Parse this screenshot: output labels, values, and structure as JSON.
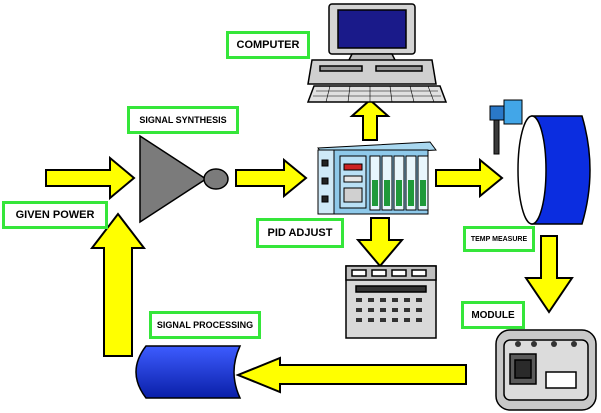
{
  "labels": {
    "computer": "COMPUTER",
    "signal_synthesis": "SIGNAL SYNTHESIS",
    "given_power": "GIVEN POWER",
    "pid_adjust": "PID ADJUST",
    "temp_measure": "TEMP MEASURE",
    "module": "MODULE",
    "signal_processing": "SIGNAL PROCESSING"
  },
  "colors": {
    "label_border": "#35e63a",
    "arrow_fill": "#ffff00",
    "arrow_stroke": "#000000",
    "cylinder_blue": "#0a2fd8",
    "device_gray": "#d4d4d4"
  }
}
